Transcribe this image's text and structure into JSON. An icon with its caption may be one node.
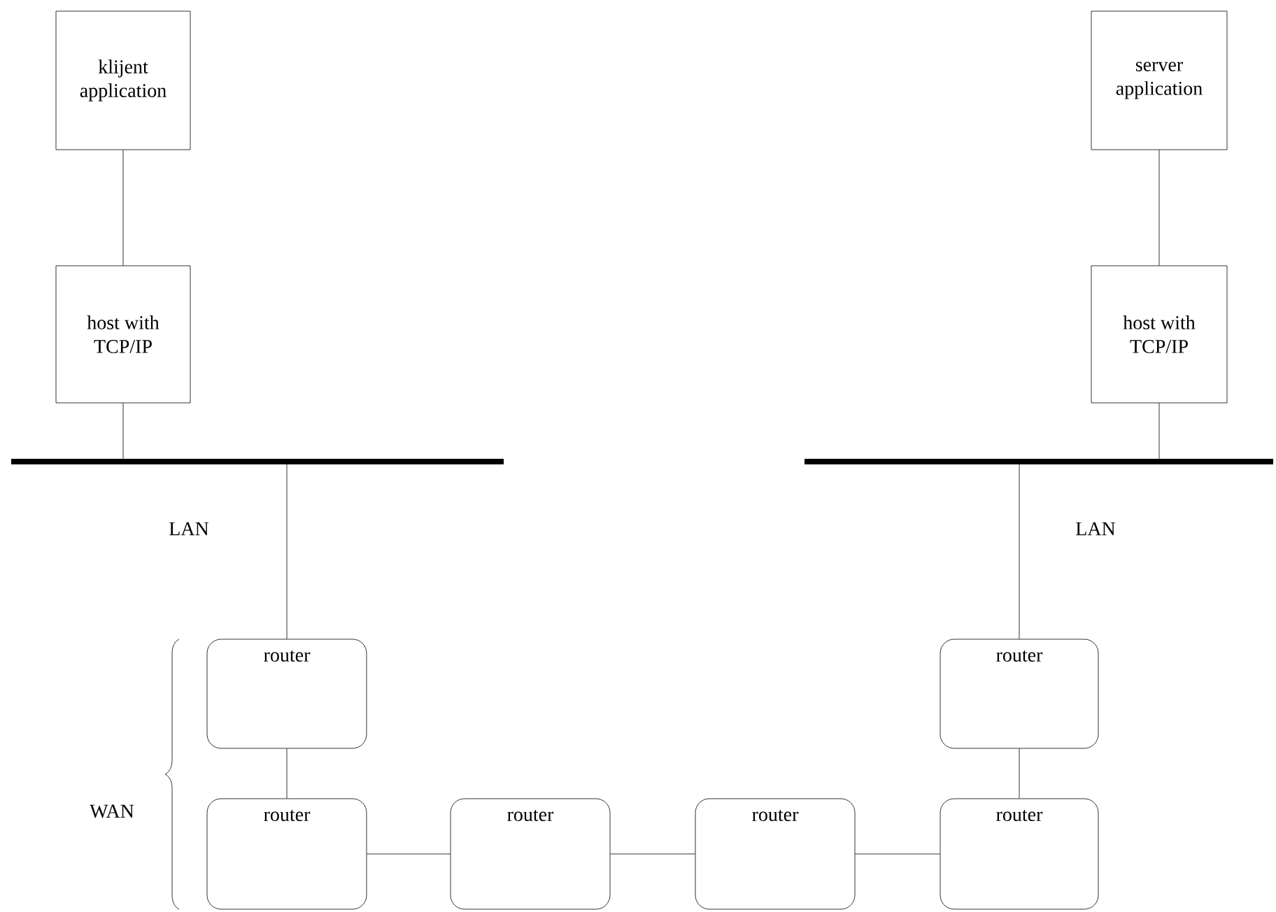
{
  "diagram": {
    "nodes": [
      {
        "text": [
          "klijent application"
        ]
      },
      {
        "text": [
          "host with TCP/IP"
        ]
      },
      {
        "text": [],
        "shape": "bar",
        "beside": [
          "LAN"
        ]
      },
      {
        "text": [
          "server application"
        ]
      },
      {
        "text": [
          "host with TCP/IP"
        ]
      },
      {
        "text": [],
        "shape": "bar",
        "beside": [
          "LAN"
        ]
      },
      {
        "text": [
          "router"
        ]
      },
      {
        "text": [
          "router"
        ]
      },
      {
        "text": [
          "router"
        ]
      },
      {
        "text": [
          "router"
        ]
      },
      {
        "text": [
          "router"
        ]
      },
      {
        "text": [
          "router"
        ]
      }
    ],
    "edges": [
      {
        "from": 0,
        "to": 1,
        "arrow": "none"
      },
      {
        "from": 1,
        "to": 2,
        "arrow": "none"
      },
      {
        "from": 2,
        "to": 6,
        "arrow": "none"
      },
      {
        "from": 6,
        "to": 8,
        "arrow": "none"
      },
      {
        "from": 8,
        "to": 9,
        "arrow": "none"
      },
      {
        "from": 9,
        "to": 10,
        "arrow": "none"
      },
      {
        "from": 10,
        "to": 11,
        "arrow": "none"
      },
      {
        "from": 7,
        "to": 11,
        "arrow": "none"
      },
      {
        "from": 3,
        "to": 4,
        "arrow": "none"
      },
      {
        "from": 4,
        "to": 5,
        "arrow": "none"
      },
      {
        "from": 5,
        "to": 7,
        "arrow": "none"
      }
    ],
    "labels": [
      "WAN"
    ]
  }
}
